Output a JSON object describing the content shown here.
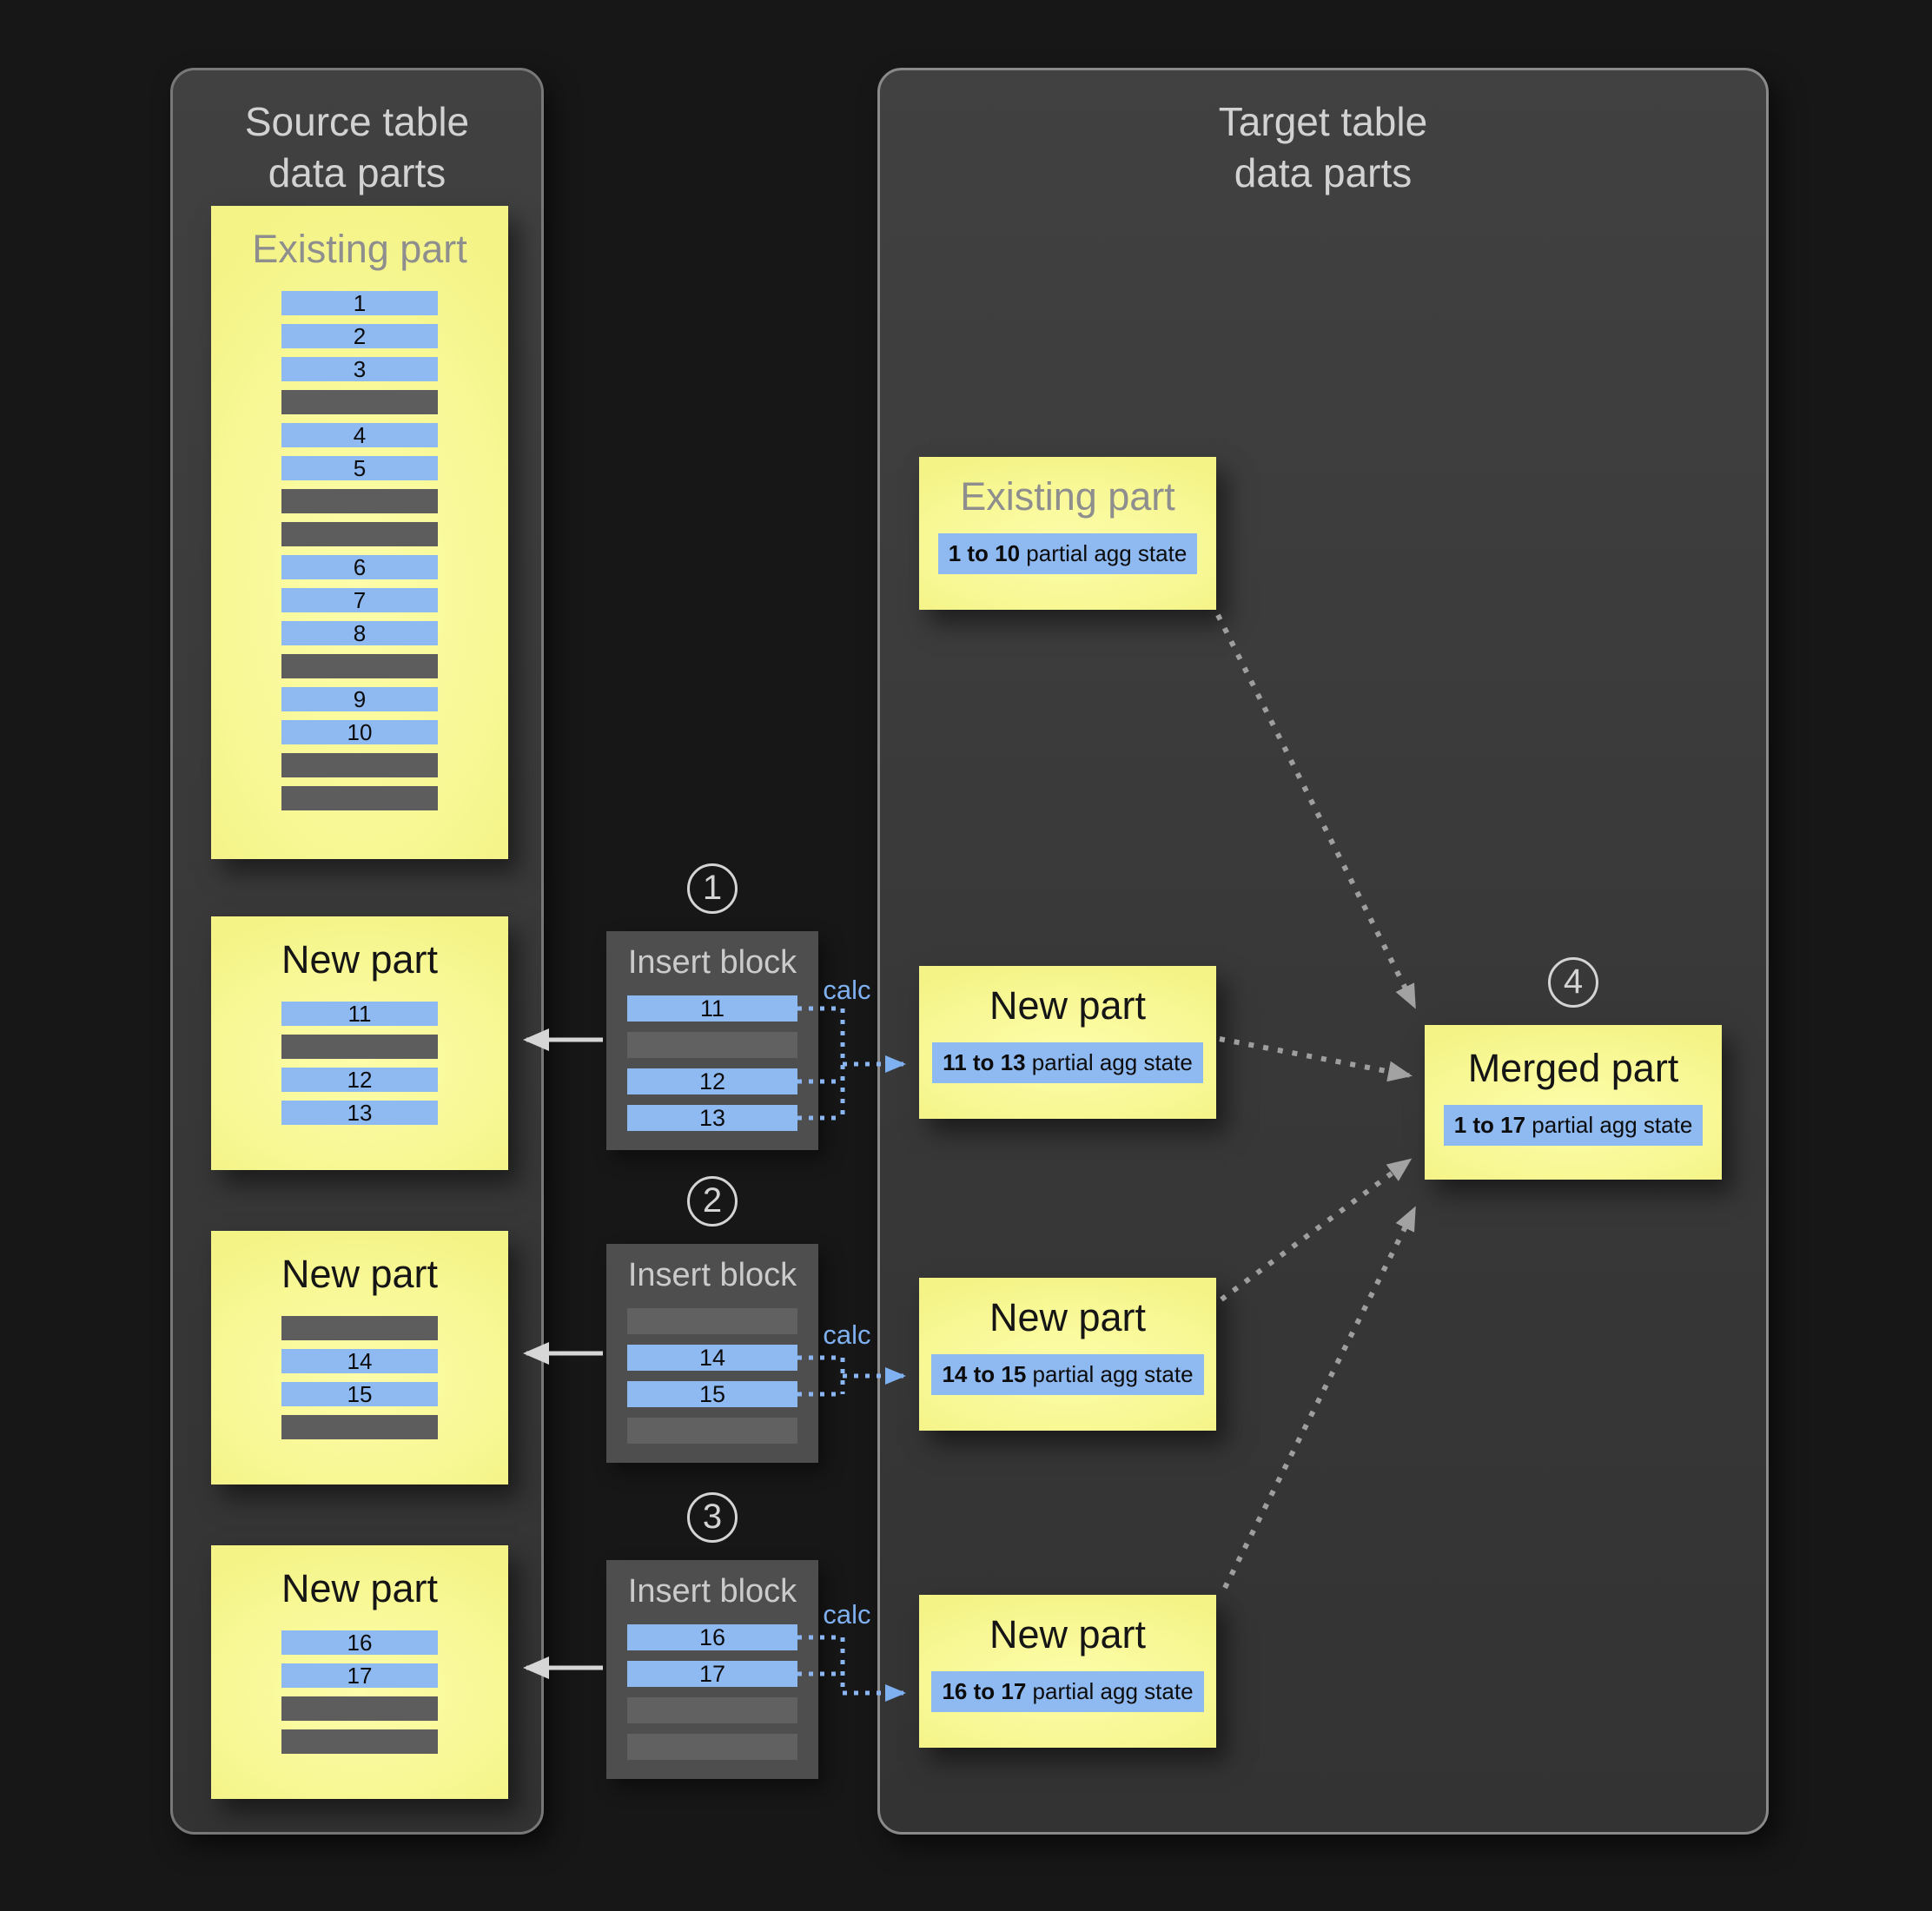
{
  "source_panel": {
    "title_line1": "Source table",
    "title_line2": "data parts",
    "existing_part": {
      "title": "Existing part",
      "rows": [
        "1",
        "2",
        "3",
        "",
        "4",
        "5",
        "",
        "",
        "6",
        "7",
        "8",
        "",
        "9",
        "10",
        "",
        ""
      ]
    },
    "new_parts": [
      {
        "title": "New part",
        "rows": [
          "11",
          "",
          "12",
          "13"
        ]
      },
      {
        "title": "New part",
        "rows": [
          "",
          "14",
          "15",
          ""
        ]
      },
      {
        "title": "New part",
        "rows": [
          "16",
          "17",
          "",
          ""
        ]
      }
    ]
  },
  "insert_blocks": [
    {
      "step": "1",
      "title": "Insert block",
      "calc_label": "calc",
      "rows": [
        "11",
        "",
        "12",
        "13"
      ]
    },
    {
      "step": "2",
      "title": "Insert block",
      "calc_label": "calc",
      "rows": [
        "",
        "14",
        "15",
        ""
      ]
    },
    {
      "step": "3",
      "title": "Insert block",
      "calc_label": "calc",
      "rows": [
        "16",
        "17",
        "",
        ""
      ]
    }
  ],
  "target_panel": {
    "title_line1": "Target table",
    "title_line2": "data parts",
    "existing_part": {
      "title": "Existing part",
      "badge_range": "1 to 10",
      "badge_rest": " partial agg state"
    },
    "new_parts": [
      {
        "title": "New part",
        "badge_range": "11 to 13",
        "badge_rest": " partial agg state"
      },
      {
        "title": "New part",
        "badge_range": "14 to 15",
        "badge_rest": " partial agg state"
      },
      {
        "title": "New part",
        "badge_range": "16 to 17",
        "badge_rest": " partial agg state"
      }
    ],
    "merged_part": {
      "step": "4",
      "title": "Merged part",
      "badge_range": "1 to 17",
      "badge_rest": " partial agg state"
    }
  },
  "colors": {
    "background": "#171717",
    "panel_gray": "#3b3b3b",
    "part_yellow": "#f7f793",
    "row_blue": "#8fb9f1",
    "row_gray": "#5d5d5d",
    "insert_block_gray": "#4e4e4e",
    "calc_blue": "#7fb0f0",
    "merge_arrow_gray": "#9e9e9e",
    "white_arrow": "#d6d6d6"
  }
}
